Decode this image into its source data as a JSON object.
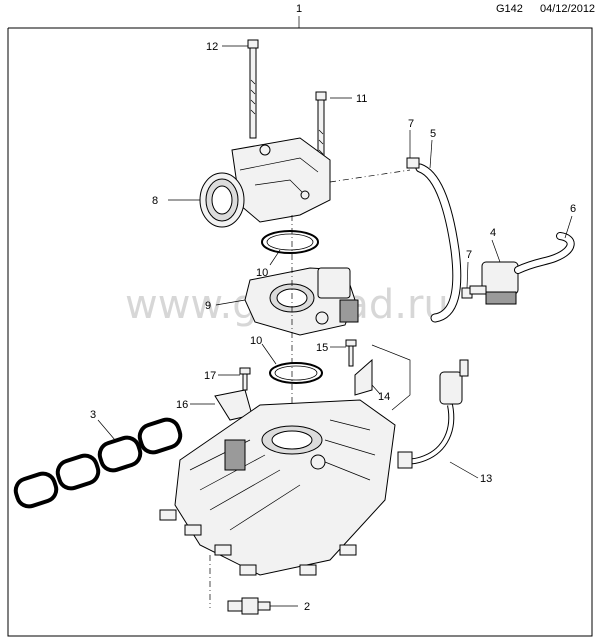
{
  "header": {
    "assembly_number": "1",
    "diagram_code": "G142",
    "date": "04/12/2012"
  },
  "watermark": "www.gmnkad.ru",
  "callouts": [
    {
      "id": "c2",
      "label": "2"
    },
    {
      "id": "c3",
      "label": "3"
    },
    {
      "id": "c4",
      "label": "4"
    },
    {
      "id": "c5",
      "label": "5"
    },
    {
      "id": "c6",
      "label": "6"
    },
    {
      "id": "c7a",
      "label": "7"
    },
    {
      "id": "c7b",
      "label": "7"
    },
    {
      "id": "c8",
      "label": "8"
    },
    {
      "id": "c9",
      "label": "9"
    },
    {
      "id": "c10a",
      "label": "10"
    },
    {
      "id": "c10b",
      "label": "10"
    },
    {
      "id": "c11",
      "label": "11"
    },
    {
      "id": "c12",
      "label": "12"
    },
    {
      "id": "c13",
      "label": "13"
    },
    {
      "id": "c14",
      "label": "14"
    },
    {
      "id": "c15",
      "label": "15"
    },
    {
      "id": "c16",
      "label": "16"
    },
    {
      "id": "c17",
      "label": "17"
    }
  ]
}
